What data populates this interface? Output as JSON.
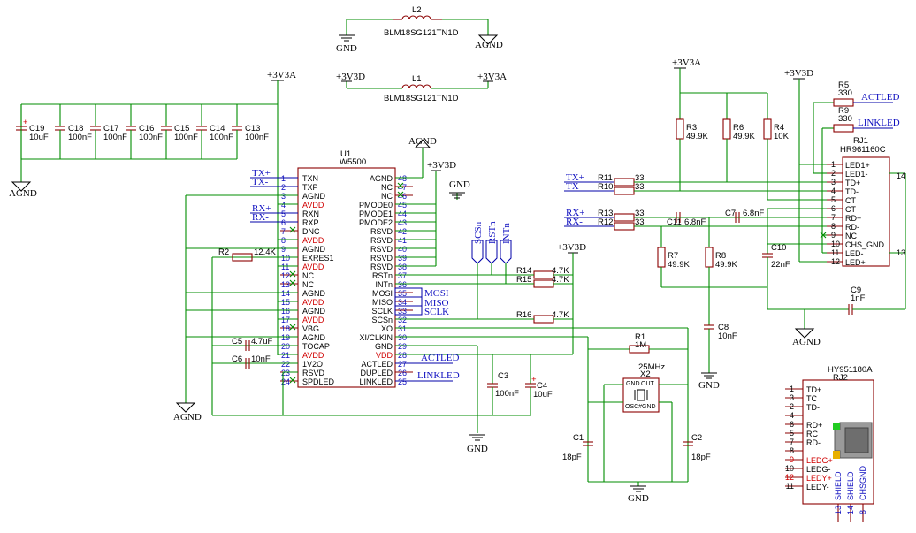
{
  "power": {
    "gnd": "GND",
    "agnd": "AGND",
    "v3v3a": "+3V3A",
    "v3v3d": "+3V3D"
  },
  "ferrite": {
    "l2_ref": "L2",
    "l1_ref": "L1",
    "part": "BLM18SG121TN1D"
  },
  "decoupling": [
    {
      "ref": "C19",
      "value": "10uF"
    },
    {
      "ref": "C18",
      "value": "100nF"
    },
    {
      "ref": "C17",
      "value": "100nF"
    },
    {
      "ref": "C16",
      "value": "100nF"
    },
    {
      "ref": "C15",
      "value": "100nF"
    },
    {
      "ref": "C14",
      "value": "100nF"
    },
    {
      "ref": "C13",
      "value": "100nF"
    }
  ],
  "u1": {
    "ref": "U1",
    "part": "W5500",
    "left_pins": [
      {
        "num": "1",
        "name": "TXN",
        "red": false
      },
      {
        "num": "2",
        "name": "TXP",
        "red": false
      },
      {
        "num": "3",
        "name": "AGND",
        "red": false
      },
      {
        "num": "4",
        "name": "AVDD",
        "red": true
      },
      {
        "num": "5",
        "name": "RXN",
        "red": false
      },
      {
        "num": "6",
        "name": "RXP",
        "red": false
      },
      {
        "num": "7",
        "name": "DNC",
        "red": false
      },
      {
        "num": "8",
        "name": "AVDD",
        "red": true
      },
      {
        "num": "9",
        "name": "AGND",
        "red": false
      },
      {
        "num": "10",
        "name": "EXRES1",
        "red": false
      },
      {
        "num": "11",
        "name": "AVDD",
        "red": true
      },
      {
        "num": "12",
        "name": "NC",
        "red": false
      },
      {
        "num": "13",
        "name": "NC",
        "red": false
      },
      {
        "num": "14",
        "name": "AGND",
        "red": false
      },
      {
        "num": "15",
        "name": "AVDD",
        "red": true
      },
      {
        "num": "16",
        "name": "AGND",
        "red": false
      },
      {
        "num": "17",
        "name": "AVDD",
        "red": true
      },
      {
        "num": "18",
        "name": "VBG",
        "red": false
      },
      {
        "num": "19",
        "name": "AGND",
        "red": false
      },
      {
        "num": "20",
        "name": "TOCAP",
        "red": false
      },
      {
        "num": "21",
        "name": "AVDD",
        "red": true
      },
      {
        "num": "22",
        "name": "1V2O",
        "red": false
      },
      {
        "num": "23",
        "name": "RSVD",
        "red": false
      },
      {
        "num": "24",
        "name": "SPDLED",
        "red": false
      }
    ],
    "right_pins": [
      {
        "num": "48",
        "name": "AGND",
        "red": false
      },
      {
        "num": "47",
        "name": "NC",
        "red": false
      },
      {
        "num": "46",
        "name": "NC",
        "red": false
      },
      {
        "num": "45",
        "name": "PMODE0",
        "red": false
      },
      {
        "num": "44",
        "name": "PMODE1",
        "red": false
      },
      {
        "num": "43",
        "name": "PMODE2",
        "red": false
      },
      {
        "num": "42",
        "name": "RSVD",
        "red": false
      },
      {
        "num": "41",
        "name": "RSVD",
        "red": false
      },
      {
        "num": "40",
        "name": "RSVD",
        "red": false
      },
      {
        "num": "39",
        "name": "RSVD",
        "red": false
      },
      {
        "num": "38",
        "name": "RSVD",
        "red": false
      },
      {
        "num": "37",
        "name": "RSTn",
        "red": false
      },
      {
        "num": "36",
        "name": "INTn",
        "red": false
      },
      {
        "num": "35",
        "name": "MOSI",
        "red": false
      },
      {
        "num": "34",
        "name": "MISO",
        "red": false
      },
      {
        "num": "33",
        "name": "SCLK",
        "red": false
      },
      {
        "num": "32",
        "name": "SCSn",
        "red": false
      },
      {
        "num": "31",
        "name": "XO",
        "red": false
      },
      {
        "num": "30",
        "name": "XI/CLKIN",
        "red": false
      },
      {
        "num": "29",
        "name": "GND",
        "red": false
      },
      {
        "num": "28",
        "name": "VDD",
        "red": true
      },
      {
        "num": "27",
        "name": "ACTLED",
        "red": false
      },
      {
        "num": "26",
        "name": "DUPLED",
        "red": false
      },
      {
        "num": "25",
        "name": "LINKLED",
        "red": false
      }
    ]
  },
  "nets": {
    "txp": "TX+",
    "txm": "TX-",
    "rxp": "RX+",
    "rxm": "RX-",
    "actled": "ACTLED",
    "linkled": "LINKLED",
    "scsn": "SCSn",
    "rstn": "RSTn",
    "intn": "INTn",
    "mosi": "MOSI",
    "miso": "MISO",
    "sclk": "SCLK"
  },
  "parts": {
    "r2": {
      "ref": "R2",
      "value": "12.4K"
    },
    "c5": {
      "ref": "C5",
      "value": "4.7uF"
    },
    "c6": {
      "ref": "C6",
      "value": "10nF"
    },
    "r14": {
      "ref": "R14",
      "value": "4.7K"
    },
    "r15": {
      "ref": "R15",
      "value": "4.7K"
    },
    "r16": {
      "ref": "R16",
      "value": "4.7K"
    },
    "c3": {
      "ref": "C3",
      "value": "100nF"
    },
    "c4": {
      "ref": "C4",
      "value": "10uF"
    },
    "r1": {
      "ref": "R1",
      "value": "1M"
    },
    "x2": {
      "ref": "X2",
      "value": "25MHz",
      "pin_gnd": "GND",
      "pin_out": "OUT",
      "pin_osc_gnd": "OSC#",
      "pin_gnd2": "GND"
    },
    "c1": {
      "ref": "C1",
      "value": "18pF"
    },
    "c2": {
      "ref": "C2",
      "value": "18pF"
    },
    "r11": {
      "ref": "R11",
      "value": "33"
    },
    "r10": {
      "ref": "R10",
      "value": "33"
    },
    "r13": {
      "ref": "R13",
      "value": "33"
    },
    "r12": {
      "ref": "R12",
      "value": "33"
    },
    "r3": {
      "ref": "R3",
      "value": "49.9K"
    },
    "r6": {
      "ref": "R6",
      "value": "49.9K"
    },
    "r4": {
      "ref": "R4",
      "value": "10K"
    },
    "r7": {
      "ref": "R7",
      "value": "49.9K"
    },
    "r8": {
      "ref": "R8",
      "value": "49.9K"
    },
    "c11": {
      "ref": "C11",
      "value": "6.8nF"
    },
    "c7": {
      "ref": "C7",
      "value": "6.8nF"
    },
    "c10": {
      "ref": "C10",
      "value": "22nF"
    },
    "c8": {
      "ref": "C8",
      "value": "10nF"
    },
    "c9": {
      "ref": "C9",
      "value": "1nF"
    },
    "r5": {
      "ref": "R5",
      "value": "330"
    },
    "r9": {
      "ref": "R9",
      "value": "330"
    }
  },
  "rj1": {
    "ref": "RJ1",
    "part": "HR961160C",
    "pins": [
      {
        "num": "1",
        "name": "LED1+"
      },
      {
        "num": "2",
        "name": "LED1-"
      },
      {
        "num": "3",
        "name": "TD+"
      },
      {
        "num": "4",
        "name": "TD-"
      },
      {
        "num": "5",
        "name": "CT"
      },
      {
        "num": "6",
        "name": "CT"
      },
      {
        "num": "7",
        "name": "RD+"
      },
      {
        "num": "8",
        "name": "RD-"
      },
      {
        "num": "9",
        "name": "NC"
      },
      {
        "num": "10",
        "name": "CHS_GND"
      },
      {
        "num": "11",
        "name": "LED-"
      },
      {
        "num": "12",
        "name": "LED+"
      }
    ],
    "pin14": "14",
    "pin13": "13"
  },
  "rj2": {
    "ref": "RJ2",
    "part": "HY951180A",
    "pins": [
      {
        "num": "1",
        "name": "TD+",
        "red": false
      },
      {
        "num": "3",
        "name": "TC",
        "red": false
      },
      {
        "num": "2",
        "name": "TD-",
        "red": false
      },
      {
        "num": "4",
        "name": "",
        "red": false
      },
      {
        "num": "6",
        "name": "RD+",
        "red": false
      },
      {
        "num": "5",
        "name": "RC",
        "red": false
      },
      {
        "num": "7",
        "name": "RD-",
        "red": false
      },
      {
        "num": "8",
        "name": "",
        "red": false
      },
      {
        "num": "9",
        "name": "LEDG+",
        "red": true
      },
      {
        "num": "10",
        "name": "LEDG-",
        "red": false
      },
      {
        "num": "12",
        "name": "LEDY+",
        "red": true
      },
      {
        "num": "11",
        "name": "LEDY-",
        "red": false
      }
    ],
    "bottom_pins": [
      {
        "num": "13",
        "name": "SHIELD"
      },
      {
        "num": "14",
        "name": "SHIELD"
      },
      {
        "num": "8",
        "name": "CHSGND"
      }
    ]
  }
}
